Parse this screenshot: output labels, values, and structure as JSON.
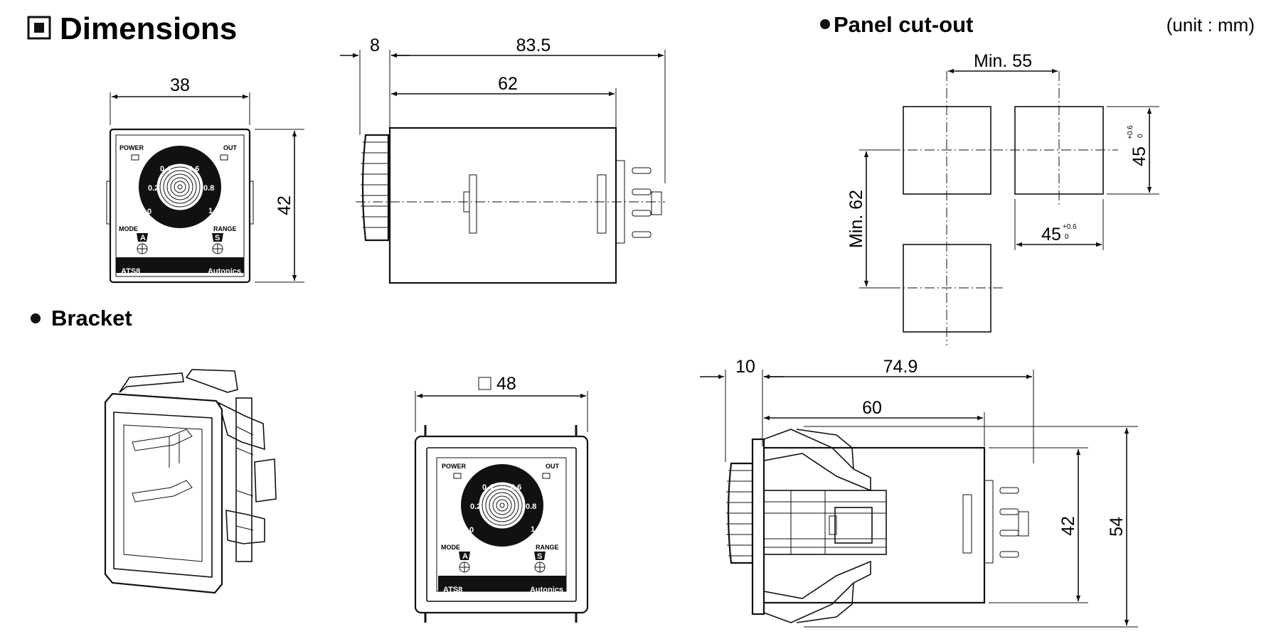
{
  "titles": {
    "main": "Dimensions",
    "bracket": "Bracket",
    "panel": "Panel cut-out",
    "unit": "(unit : mm)"
  },
  "dims": {
    "front_width": "38",
    "front_height": "42",
    "side_front": "8",
    "side_total": "83.5",
    "side_body": "62",
    "bracket_square": "48",
    "bracket_front": "10",
    "bracket_total": "74.9",
    "bracket_body": "60",
    "bracket_h_inner": "42",
    "bracket_h_outer": "54",
    "cut_min_x": "Min. 55",
    "cut_min_y": "Min. 62",
    "cut_w": "45",
    "cut_h": "45",
    "tol_plus": "+0.6",
    "tol_minus": "0"
  },
  "device": {
    "power": "POWER",
    "out": "OUT",
    "mode": "MODE",
    "range": "RANGE",
    "model": "ATS8",
    "brand": "Autonics",
    "mode_letter": "A",
    "range_letter": "S",
    "scale": [
      "0",
      "0.2",
      "0.4",
      "0.6",
      "0.8",
      "1"
    ]
  }
}
